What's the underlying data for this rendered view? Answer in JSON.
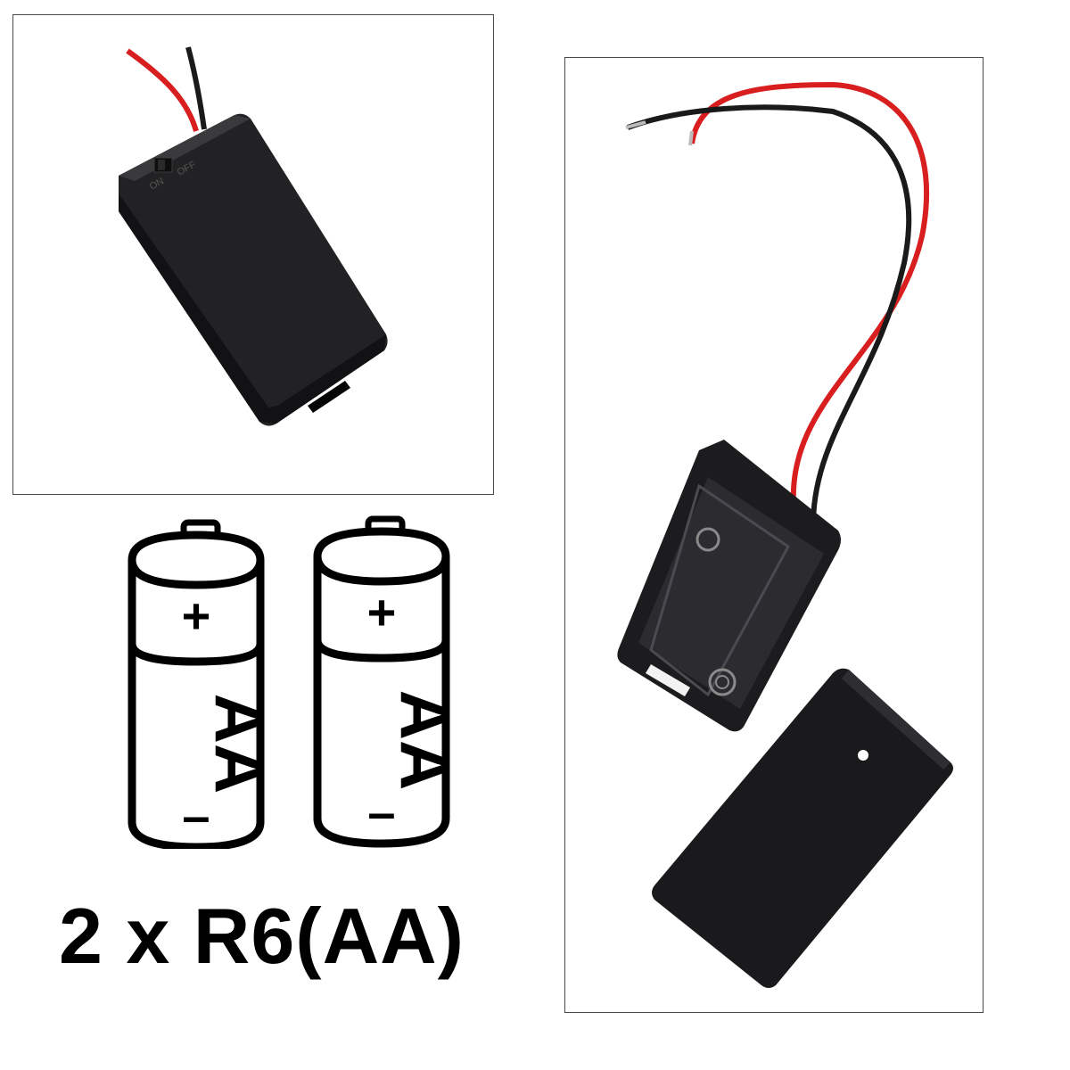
{
  "holder_top": {
    "switch_on": "ON",
    "switch_off": "OFF"
  },
  "batteries": [
    {
      "plus": "+",
      "type": "AA",
      "minus": "–"
    },
    {
      "plus": "+",
      "type": "AA",
      "minus": "–"
    }
  ],
  "caption": "2 x R6(AA)",
  "colors": {
    "wire_red": "#d81e1e",
    "wire_black": "#1a1a1a",
    "body": "#1c1c1e",
    "line": "#000000"
  }
}
